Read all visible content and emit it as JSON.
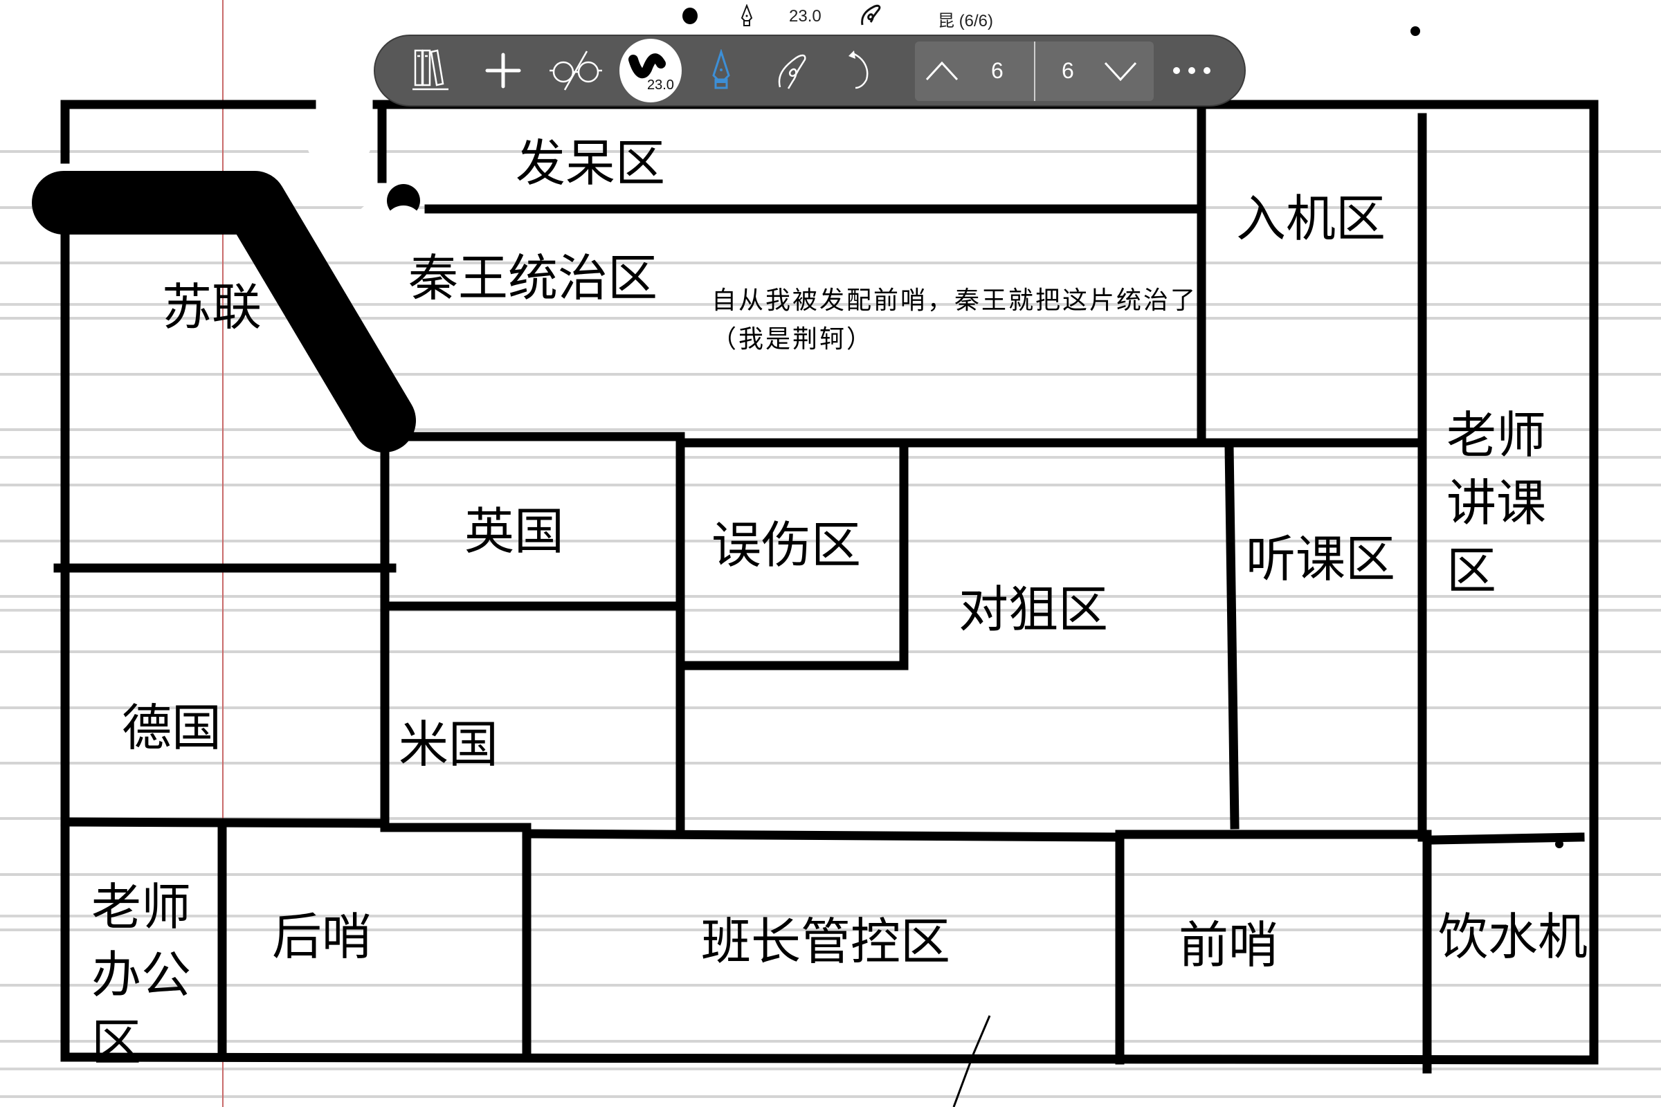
{
  "status_bar": {
    "color_dot": "black-dot",
    "pen_icon": "fountain-pen-icon",
    "pen_size": "23.0",
    "gesture_icon": "hand-gesture-icon",
    "page_info": "昆 (6/6)"
  },
  "toolbar": {
    "library_icon": "books-icon",
    "add_icon": "plus-icon",
    "read_mode_icon": "glasses-icon",
    "brush_preview_size": "23.0",
    "pen_tool_icon": "fountain-pen-icon",
    "pen_tool_color": "#3d8fd6",
    "hand_tool_icon": "hand-gesture-icon",
    "undo_icon": "undo-icon",
    "page_up_icon": "chevron-up-icon",
    "page_current": "6",
    "page_total": "6",
    "page_down_icon": "chevron-down-icon",
    "more_icon": "more-dots-icon"
  },
  "canvas": {
    "background": "lined-paper",
    "rule_color": "#d4d4d4",
    "margin_color": "#c86a6a",
    "ink_color": "#000000",
    "zones": {
      "daze": "发呆区",
      "soviet": "苏联",
      "qin_rule": "秦王统治区",
      "machine": "入机区",
      "teacher_lecture": "老师\n讲课\n区",
      "uk": "英国",
      "friendly_fire": "误伤区",
      "sniper": "对狙区",
      "listening": "听课区",
      "germany": "德国",
      "usa": "米国",
      "teacher_office": "老师\n办公\n区",
      "rear_post": "后哨",
      "monitor_control": "班长管控区",
      "front_post": "前哨",
      "water_dispenser": "饮水机"
    },
    "note_line_1": "自从我被发配前哨，秦王就把这片统治了",
    "note_line_2": "（我是荆轲）"
  }
}
